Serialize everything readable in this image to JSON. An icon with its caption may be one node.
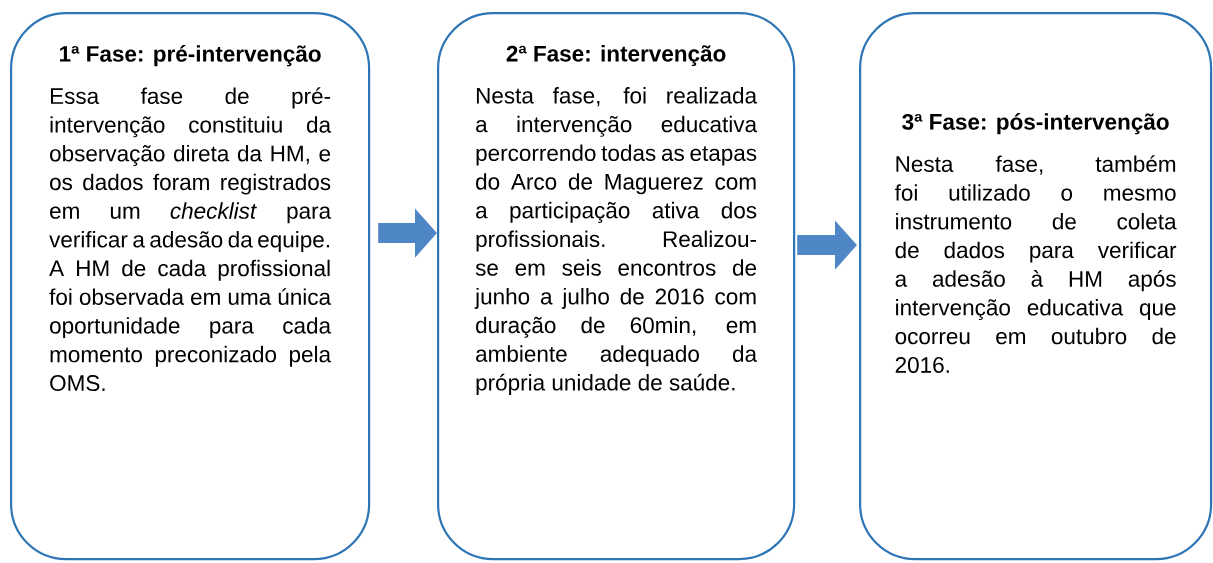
{
  "diagram": {
    "nodes": [
      {
        "text": [
          "1ª Fase: pré-intervenção",
          "Essa fase de pré-intervenção constituiu da observação direta da HM, e os dados foram registrados em um *checklist* para verificar a adesão da equipe. A HM de cada profissional foi observada em uma única oportunidade para cada momento preconizado pela OMS."
        ]
      },
      {
        "text": [
          "2ª Fase: intervenção",
          "Nesta fase, foi realizada a intervenção educativa percorrendo todas as etapas do Arco de Maguerez com a participação ativa dos profissionais. Realizou-se em seis encontros de junho a julho de 2016 com duração de 60min, em ambiente adequado da própria unidade de saúde."
        ]
      },
      {
        "text": [
          "3ª Fase: pós-intervenção",
          "Nesta fase, também foi utilizado o mesmo instrumento de coleta de dados para verificar a adesão à HM após intervenção educativa que ocorreu em outubro de 2016."
        ]
      }
    ],
    "edges": [
      {
        "from": 0,
        "to": 1,
        "arrow": "to"
      },
      {
        "from": 1,
        "to": 2,
        "arrow": "to"
      }
    ]
  }
}
